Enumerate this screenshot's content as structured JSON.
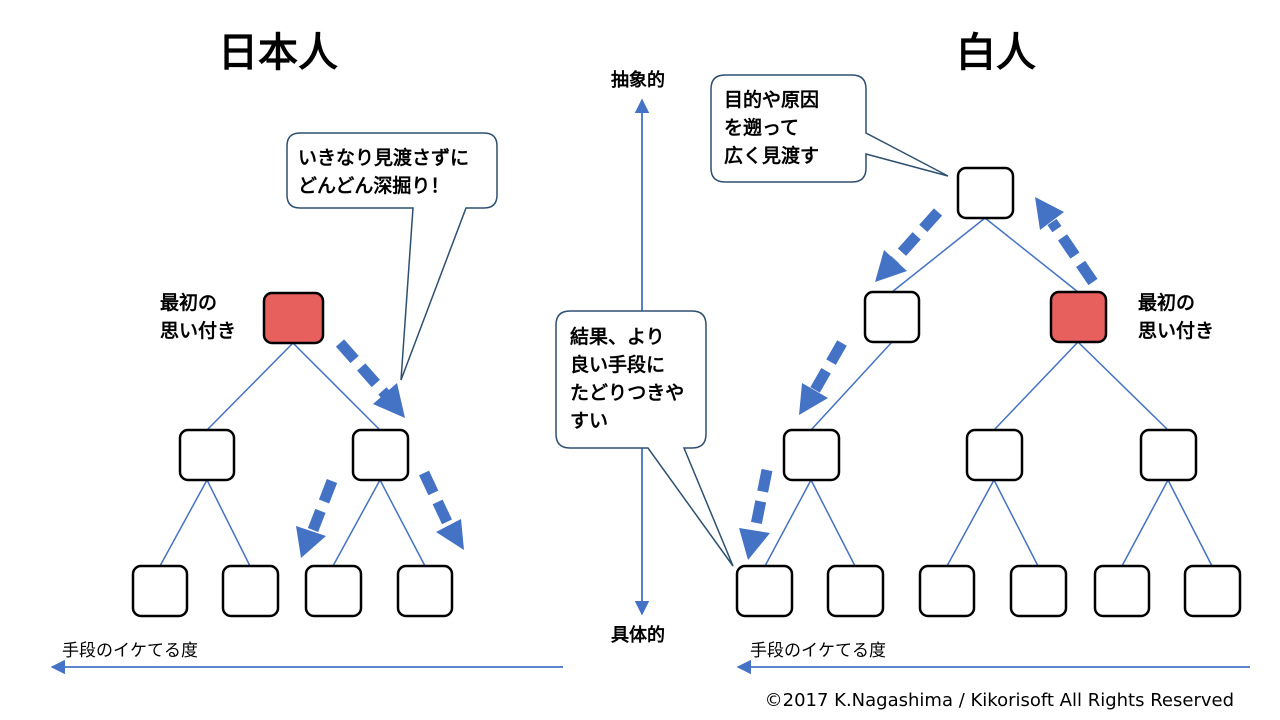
{
  "titles": {
    "left": "日本人",
    "right": "白人"
  },
  "axis": {
    "top": "抽象的",
    "bottom": "具体的"
  },
  "labels": {
    "left_first_idea": [
      "最初の",
      "思い付き"
    ],
    "right_first_idea": [
      "最初の",
      "思い付き"
    ]
  },
  "callouts": {
    "left": [
      "いきなり見渡さずに",
      "どんどん深掘り！"
    ],
    "middle": [
      "結果、より",
      "良い手段に",
      "たどりつきや",
      "すい"
    ],
    "right": [
      "目的や原因",
      "を遡って",
      "広く見渡す"
    ]
  },
  "bottom_axis_labels": {
    "left": "手段のイケてる度",
    "right": "手段のイケてる度"
  },
  "copyright": "©2017 K.Nagashima / Kikorisoft All Rights Reserved",
  "colors": {
    "edge": "#4472c4",
    "highlight_node": "#e8605d",
    "node_border": "#000000"
  }
}
